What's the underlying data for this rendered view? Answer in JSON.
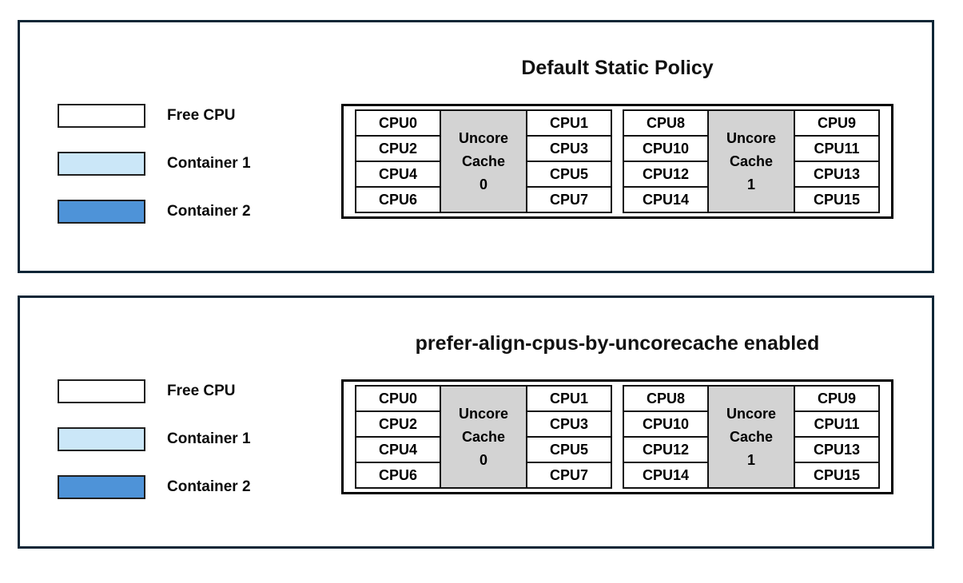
{
  "colors": {
    "free": "#FFFFFF",
    "container1": "#CBE7F8",
    "container2": "#4E93D8",
    "cache_fill": "#D3D3D3",
    "panel_border": "#0E2636",
    "cell_border": "#111111"
  },
  "legend": {
    "items": [
      {
        "label": "Free CPU",
        "owner": "free"
      },
      {
        "label": "Container 1",
        "owner": "container1"
      },
      {
        "label": "Container 2",
        "owner": "container2"
      }
    ]
  },
  "panels": [
    {
      "title": "Default Static Policy",
      "groups": [
        {
          "cache": {
            "lines": [
              "Uncore",
              "Cache",
              "0"
            ]
          },
          "rows": [
            {
              "left": {
                "label": "CPU0",
                "owner": "container1"
              },
              "right": {
                "label": "CPU1",
                "owner": "container1"
              }
            },
            {
              "left": {
                "label": "CPU2",
                "owner": "container1"
              },
              "right": {
                "label": "CPU3",
                "owner": "container1"
              }
            },
            {
              "left": {
                "label": "CPU4",
                "owner": "container2"
              },
              "right": {
                "label": "CPU5",
                "owner": "container2"
              }
            },
            {
              "left": {
                "label": "CPU6",
                "owner": "container2"
              },
              "right": {
                "label": "CPU7",
                "owner": "container2"
              }
            }
          ]
        },
        {
          "cache": {
            "lines": [
              "Uncore",
              "Cache",
              "1"
            ]
          },
          "rows": [
            {
              "left": {
                "label": "CPU8",
                "owner": "container2"
              },
              "right": {
                "label": "CPU9",
                "owner": "container2"
              }
            },
            {
              "left": {
                "label": "CPU10",
                "owner": "container2"
              },
              "right": {
                "label": "CPU11",
                "owner": "container2"
              }
            },
            {
              "left": {
                "label": "CPU12",
                "owner": "free"
              },
              "right": {
                "label": "CPU13",
                "owner": "free"
              }
            },
            {
              "left": {
                "label": "CPU14",
                "owner": "free"
              },
              "right": {
                "label": "CPU15",
                "owner": "free"
              }
            }
          ]
        }
      ]
    },
    {
      "title": "prefer-align-cpus-by-uncorecache enabled",
      "groups": [
        {
          "cache": {
            "lines": [
              "Uncore",
              "Cache",
              "0"
            ]
          },
          "rows": [
            {
              "left": {
                "label": "CPU0",
                "owner": "container1"
              },
              "right": {
                "label": "CPU1",
                "owner": "container1"
              }
            },
            {
              "left": {
                "label": "CPU2",
                "owner": "container1"
              },
              "right": {
                "label": "CPU3",
                "owner": "container1"
              }
            },
            {
              "left": {
                "label": "CPU4",
                "owner": "free"
              },
              "right": {
                "label": "CPU5",
                "owner": "free"
              }
            },
            {
              "left": {
                "label": "CPU6",
                "owner": "free"
              },
              "right": {
                "label": "CPU7",
                "owner": "free"
              }
            }
          ]
        },
        {
          "cache": {
            "lines": [
              "Uncore",
              "Cache",
              "1"
            ]
          },
          "rows": [
            {
              "left": {
                "label": "CPU8",
                "owner": "container2"
              },
              "right": {
                "label": "CPU9",
                "owner": "container2"
              }
            },
            {
              "left": {
                "label": "CPU10",
                "owner": "container2"
              },
              "right": {
                "label": "CPU11",
                "owner": "container2"
              }
            },
            {
              "left": {
                "label": "CPU12",
                "owner": "container2"
              },
              "right": {
                "label": "CPU13",
                "owner": "container2"
              }
            },
            {
              "left": {
                "label": "CPU14",
                "owner": "container2"
              },
              "right": {
                "label": "CPU15",
                "owner": "container2"
              }
            }
          ]
        }
      ]
    }
  ]
}
